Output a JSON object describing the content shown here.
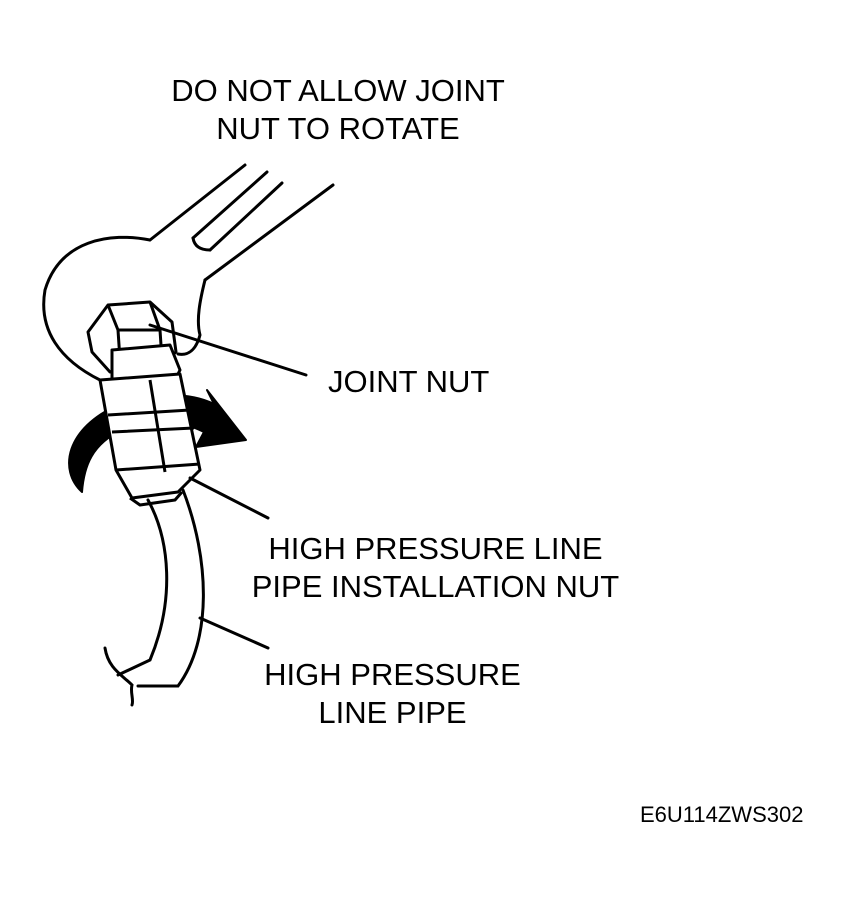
{
  "labels": {
    "caption_line1": "DO NOT ALLOW JOINT",
    "caption_line2": "NUT TO ROTATE",
    "joint_nut": "JOINT NUT",
    "install_nut_line1": "HIGH PRESSURE LINE",
    "install_nut_line2": "PIPE INSTALLATION NUT",
    "pipe_line1": "HIGH PRESSURE",
    "pipe_line2": "LINE PIPE",
    "figure_code": "E6U114ZWS302"
  },
  "colors": {
    "ink": "#000000",
    "paper": "#ffffff"
  },
  "icons": {
    "rotation": "curved-arrow-icon"
  }
}
